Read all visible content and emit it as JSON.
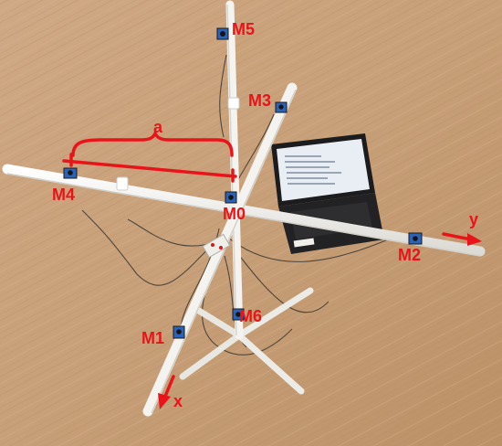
{
  "labels": {
    "m0": "M0",
    "m1": "M1",
    "m2": "M2",
    "m3": "M3",
    "m4": "M4",
    "m5": "M5",
    "m6": "M6",
    "a": "a",
    "x": "x",
    "y": "y"
  },
  "colors": {
    "annotation": "#e8141a",
    "floor": "#c9a27a",
    "pipe": "#f3f2ee"
  }
}
